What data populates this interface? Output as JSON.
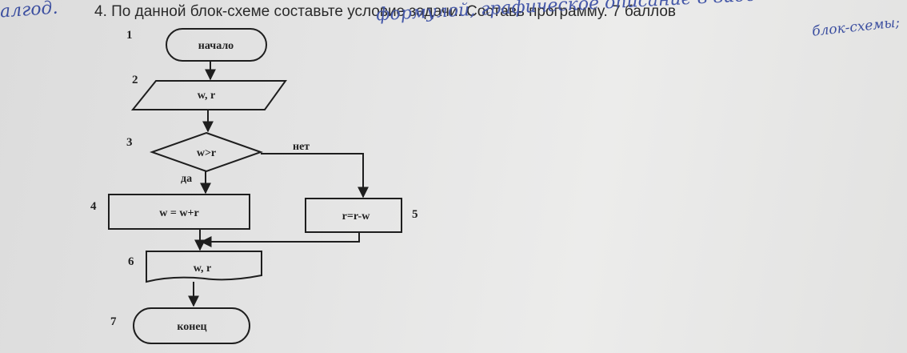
{
  "task": {
    "text": "4. По данной блок-схеме составьте условие задачи. Составь  программу.   7 баллов"
  },
  "handwriting": {
    "left": "алгод.",
    "top": "формулой, графическое описание в виде",
    "right": "блок-схемы;"
  },
  "flowchart": {
    "nodes": [
      {
        "id": "start",
        "number": "1",
        "label": "начало"
      },
      {
        "id": "input",
        "number": "2",
        "label": "w, r"
      },
      {
        "id": "decision",
        "number": "3",
        "label": "w>r"
      },
      {
        "id": "process-yes",
        "number": "4",
        "label": "w = w+r"
      },
      {
        "id": "process-no",
        "number": "5",
        "label": "r=r-w"
      },
      {
        "id": "output",
        "number": "6",
        "label": "w, r"
      },
      {
        "id": "end",
        "number": "7",
        "label": "конец"
      }
    ],
    "branch_labels": {
      "yes": "да",
      "no": "нет"
    }
  }
}
